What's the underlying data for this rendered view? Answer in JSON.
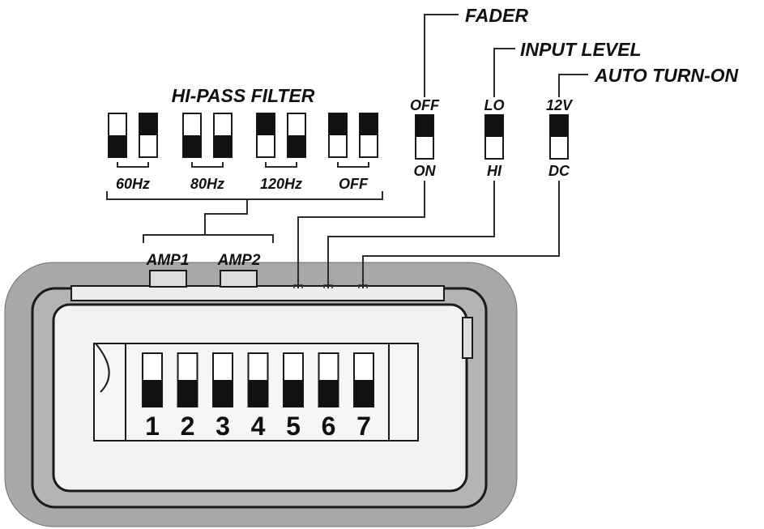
{
  "labels": {
    "fader": "FADER",
    "input_level": "INPUT LEVEL",
    "auto_turn_on": "AUTO TURN-ON",
    "hi_pass_filter": "HI-PASS FILTER",
    "amp1": "AMP1",
    "amp2": "AMP2"
  },
  "hpf_options": [
    {
      "label": "60Hz",
      "switch_a": "down",
      "switch_b": "up"
    },
    {
      "label": "80Hz",
      "switch_a": "down",
      "switch_b": "down"
    },
    {
      "label": "120Hz",
      "switch_a": "up",
      "switch_b": "down"
    },
    {
      "label": "OFF",
      "switch_a": "up",
      "switch_b": "up"
    }
  ],
  "single_switches": [
    {
      "id": "fader",
      "top": "OFF",
      "bottom": "ON"
    },
    {
      "id": "input-level",
      "top": "LO",
      "bottom": "HI"
    },
    {
      "id": "auto-turn-on",
      "top": "12V",
      "bottom": "DC"
    }
  ],
  "dip_switches": [
    {
      "number": "1"
    },
    {
      "number": "2"
    },
    {
      "number": "3"
    },
    {
      "number": "4"
    },
    {
      "number": "5"
    },
    {
      "number": "6"
    },
    {
      "number": "7"
    }
  ],
  "colors": {
    "housing": "#a8a8a8",
    "outline": "#1a1a1a",
    "panel": "#f2f2f2",
    "switch_fill": "#111111"
  }
}
